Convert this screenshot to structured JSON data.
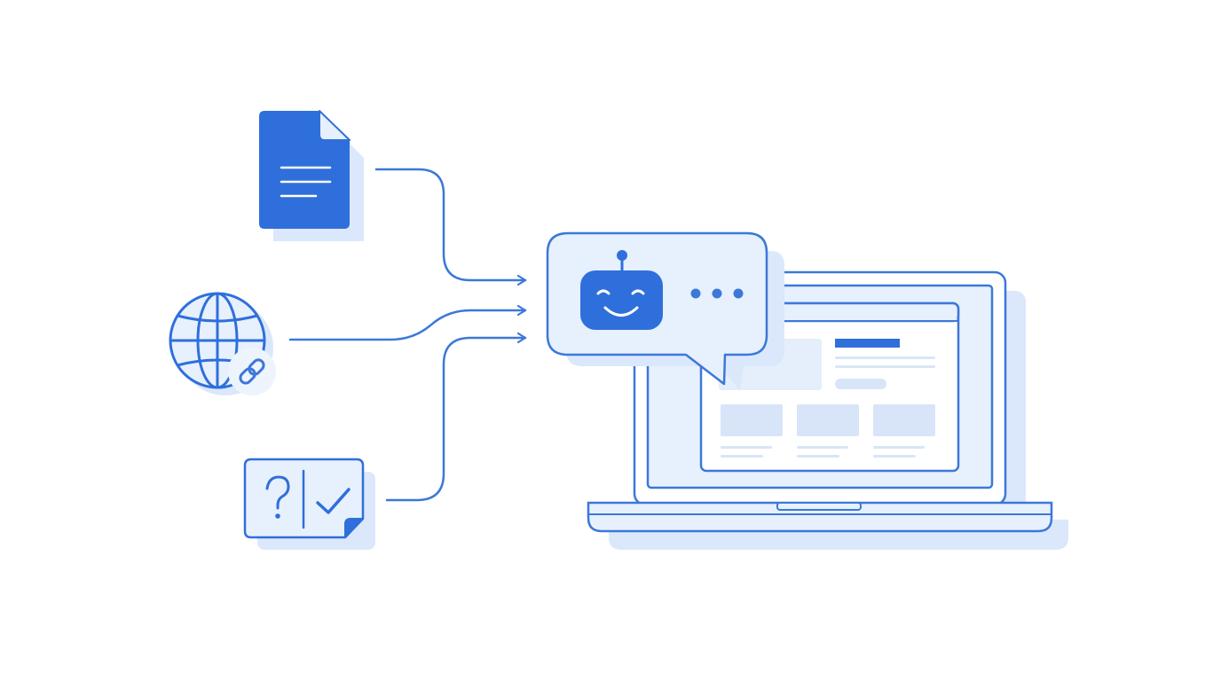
{
  "colors": {
    "background": "#ffffff",
    "primary": "#2f6fdb",
    "line": "#3c78d8",
    "light_fill": "#e7f0fd",
    "shadow_fill": "#dbe8fb",
    "placeholder_fill": "#d8e5f8",
    "placeholder_light": "#e5eefb",
    "white": "#ffffff"
  },
  "diagram": {
    "sources": [
      {
        "id": "document",
        "icon": "document-icon"
      },
      {
        "id": "website",
        "icon": "globe-link-icon"
      },
      {
        "id": "faq",
        "icon": "question-check-icon"
      }
    ],
    "connectors": [
      {
        "from": "document",
        "to": "chatbot"
      },
      {
        "from": "website",
        "to": "chatbot"
      },
      {
        "from": "faq",
        "to": "chatbot"
      }
    ],
    "target": {
      "chatbot": {
        "icon": "robot-icon",
        "typing_indicator": "typing-dots"
      },
      "device": "laptop-icon"
    }
  }
}
